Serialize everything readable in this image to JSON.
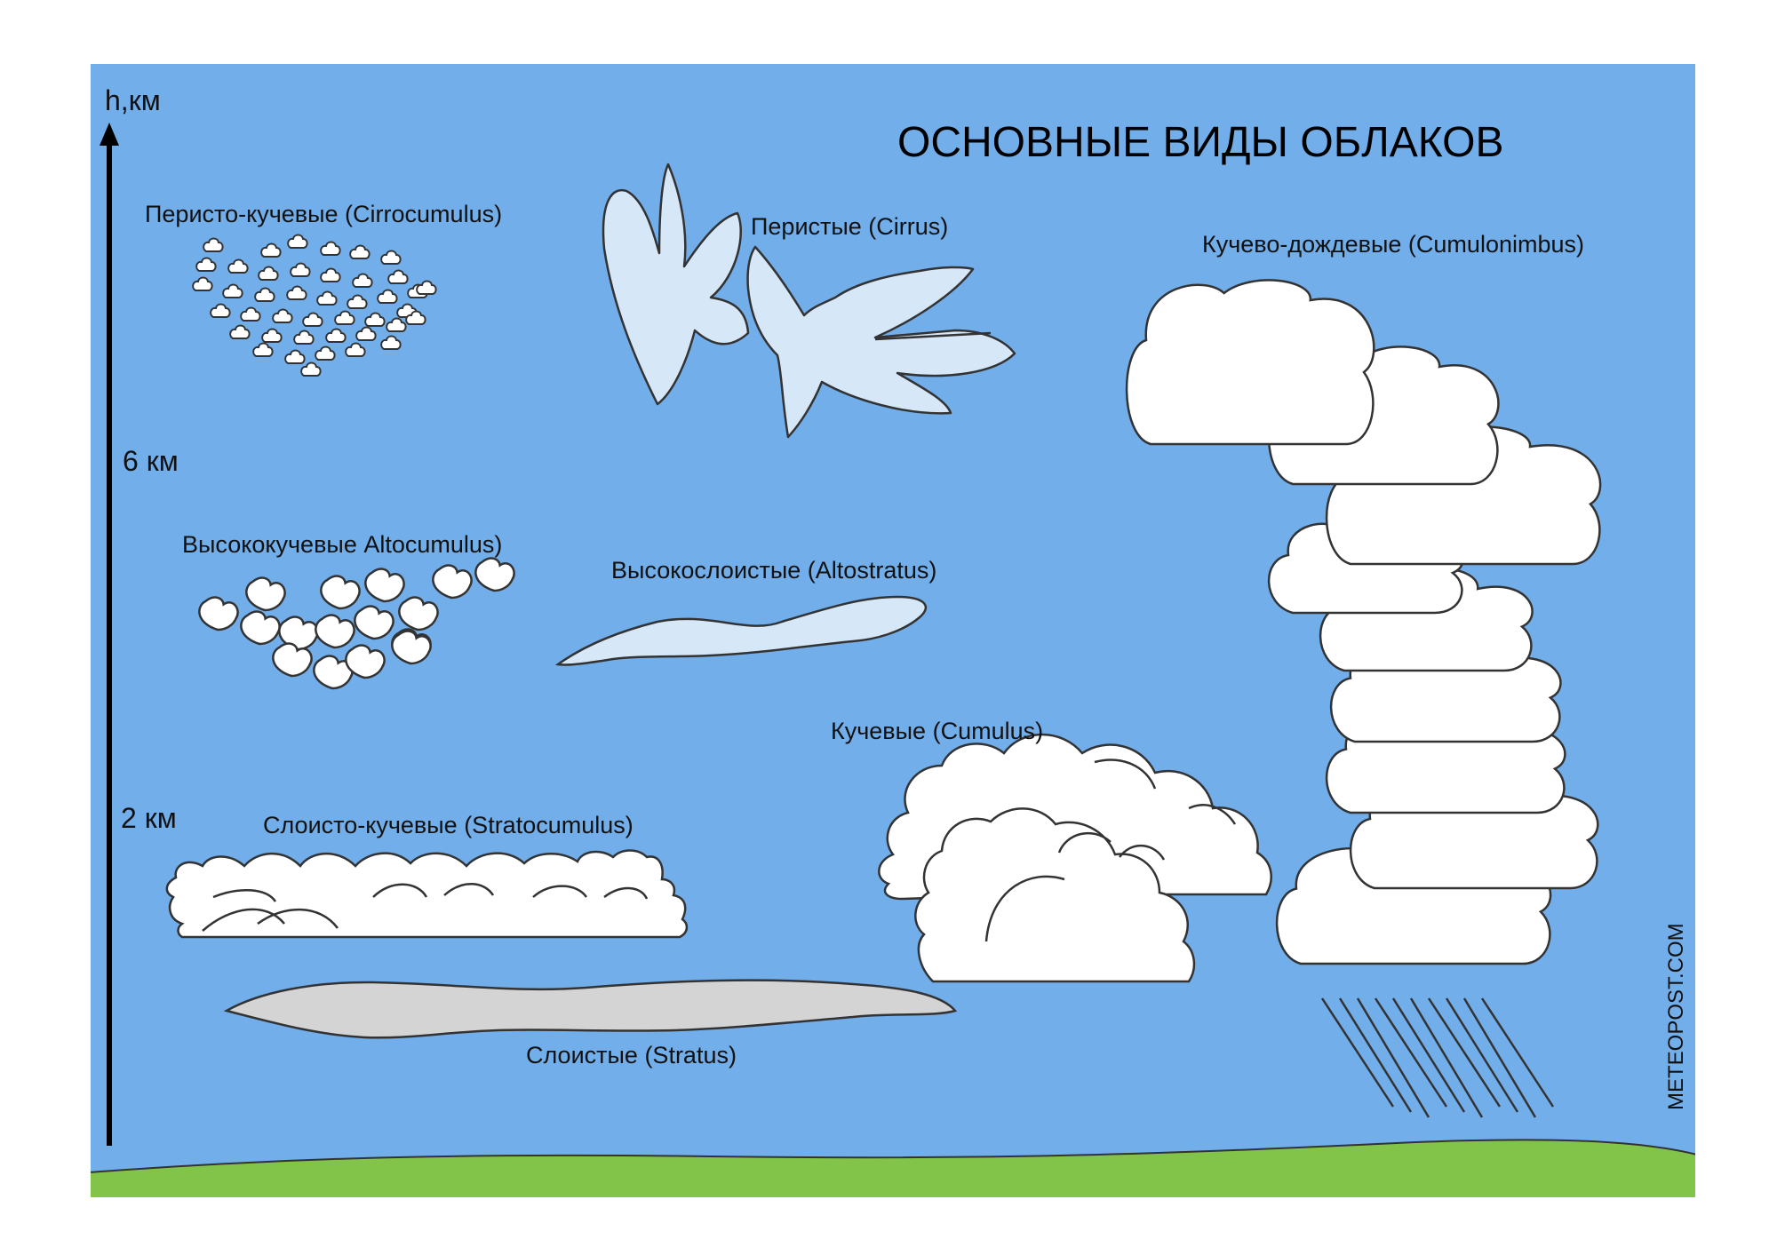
{
  "title": "ОСНОВНЫЕ ВИДЫ ОБЛАКОВ",
  "axis": {
    "label": "h,км",
    "ticks": [
      "6 км",
      "2 км"
    ]
  },
  "clouds": {
    "cirrocumulus": "Перисто-кучевые (Cirrocumulus)",
    "cirrus": "Перистые (Cirrus)",
    "cumulonimbus": "Кучево-дождевые (Cumulonimbus)",
    "altocumulus": "Высококучевые Altocumulus)",
    "altostratus": "Высокослоистые (Altostratus)",
    "cumulus": "Кучевые (Cumulus)",
    "stratocumulus": "Слоисто-кучевые (Stratocumulus)",
    "stratus": "Слоистые (Stratus)"
  },
  "watermark": "METEOPOST.COM",
  "colors": {
    "sky": "#72aeea",
    "ground": "#82c34a",
    "cloud_white": "#ffffff",
    "cloud_light": "#d6e7f8",
    "cloud_grey": "#d4d4d4"
  }
}
